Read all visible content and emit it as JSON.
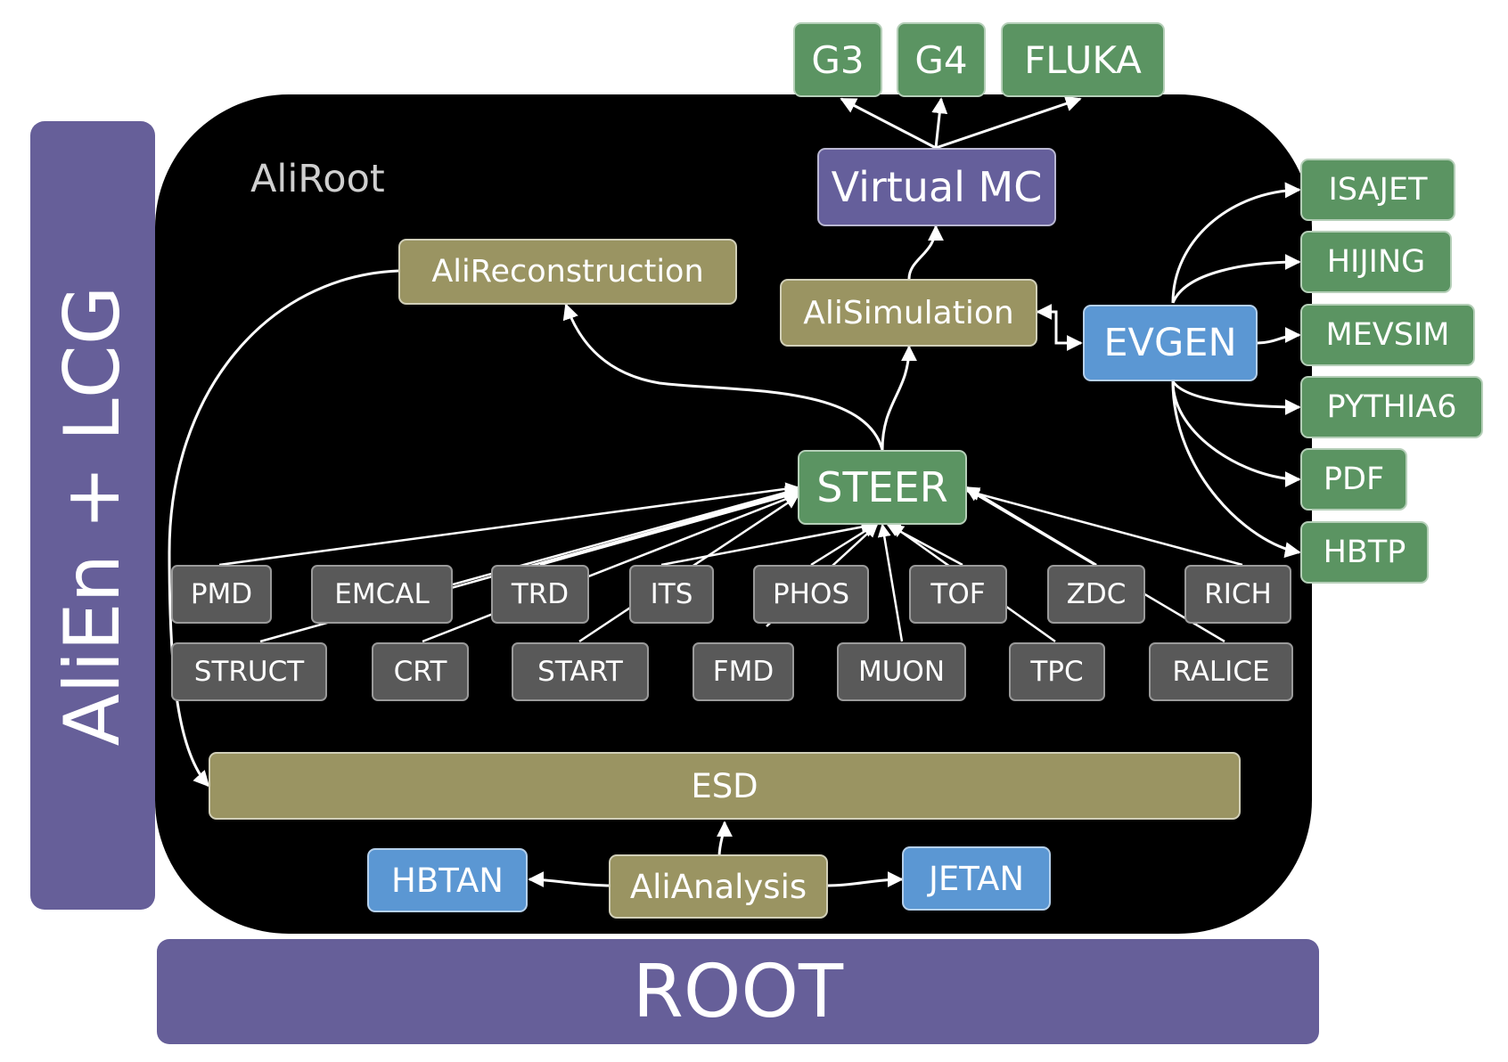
{
  "labels": {
    "alien_lcg": "AliEn + LCG",
    "root": "ROOT",
    "aliroot": "AliRoot"
  },
  "nodes": {
    "g3": "G3",
    "g4": "G4",
    "fluka": "FLUKA",
    "virtual_mc": "Virtual MC",
    "alisimulation": "AliSimulation",
    "alireconstruction": "AliReconstruction",
    "evgen": "EVGEN",
    "steer": "STEER",
    "esd": "ESD",
    "alianalysis": "AliAnalysis",
    "hbtan": "HBTAN",
    "jetan": "JETAN"
  },
  "generators": [
    "ISAJET",
    "HIJING",
    "MEVSIM",
    "PYTHIA6",
    "PDF",
    "HBTP"
  ],
  "detectors_row1": [
    "PMD",
    "EMCAL",
    "TRD",
    "ITS",
    "PHOS",
    "TOF",
    "ZDC",
    "RICH"
  ],
  "detectors_row2": [
    "STRUCT",
    "CRT",
    "START",
    "FMD",
    "MUON",
    "TPC",
    "RALICE"
  ],
  "colors": {
    "green": "#5b9462",
    "purple": "#655f9b",
    "blue": "#5b97d3",
    "olive": "#9a9462",
    "gray": "#595959",
    "background": "#000000"
  }
}
